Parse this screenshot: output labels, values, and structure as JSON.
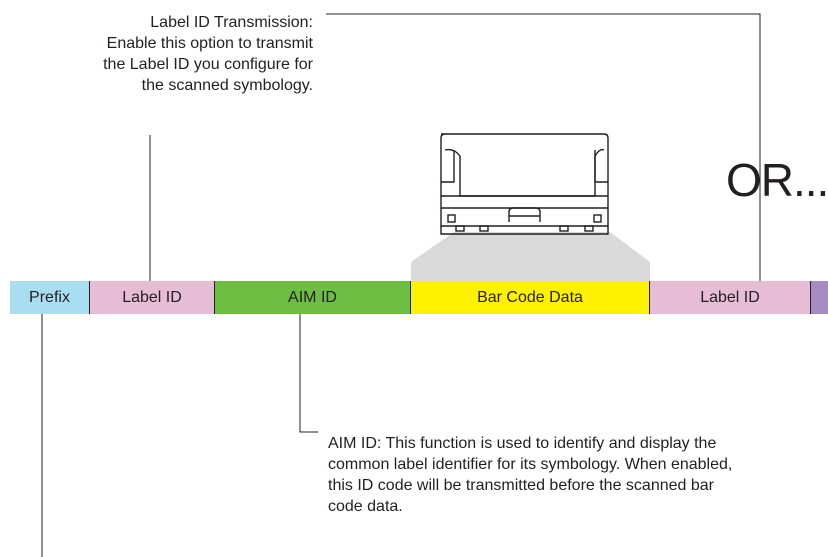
{
  "annotations": {
    "label_id_note": "Label ID Transmission:\nEnable this option to transmit\nthe Label ID you configure for\nthe scanned symbology.",
    "aim_id_note": "AIM ID: This function is used to identify and display the\ncommon label identifier for its symbology. When enabled,\nthis ID code will be transmitted before the scanned bar\ncode data.",
    "or_text": "OR..."
  },
  "segments": {
    "prefix": "Prefix",
    "label_id": "Label ID",
    "aim_id": "AIM ID",
    "bar_code_data": "Bar Code Data",
    "label_id_alt": "Label ID"
  },
  "colors": {
    "prefix": "#a9def2",
    "label_id": "#e7bcd7",
    "aim_id": "#6fbe44",
    "bar_code_data": "#fff200",
    "end_segment": "#a78bc3",
    "scanner_beam": "#d9d9d9"
  },
  "icons": [
    "scanner-icon"
  ]
}
